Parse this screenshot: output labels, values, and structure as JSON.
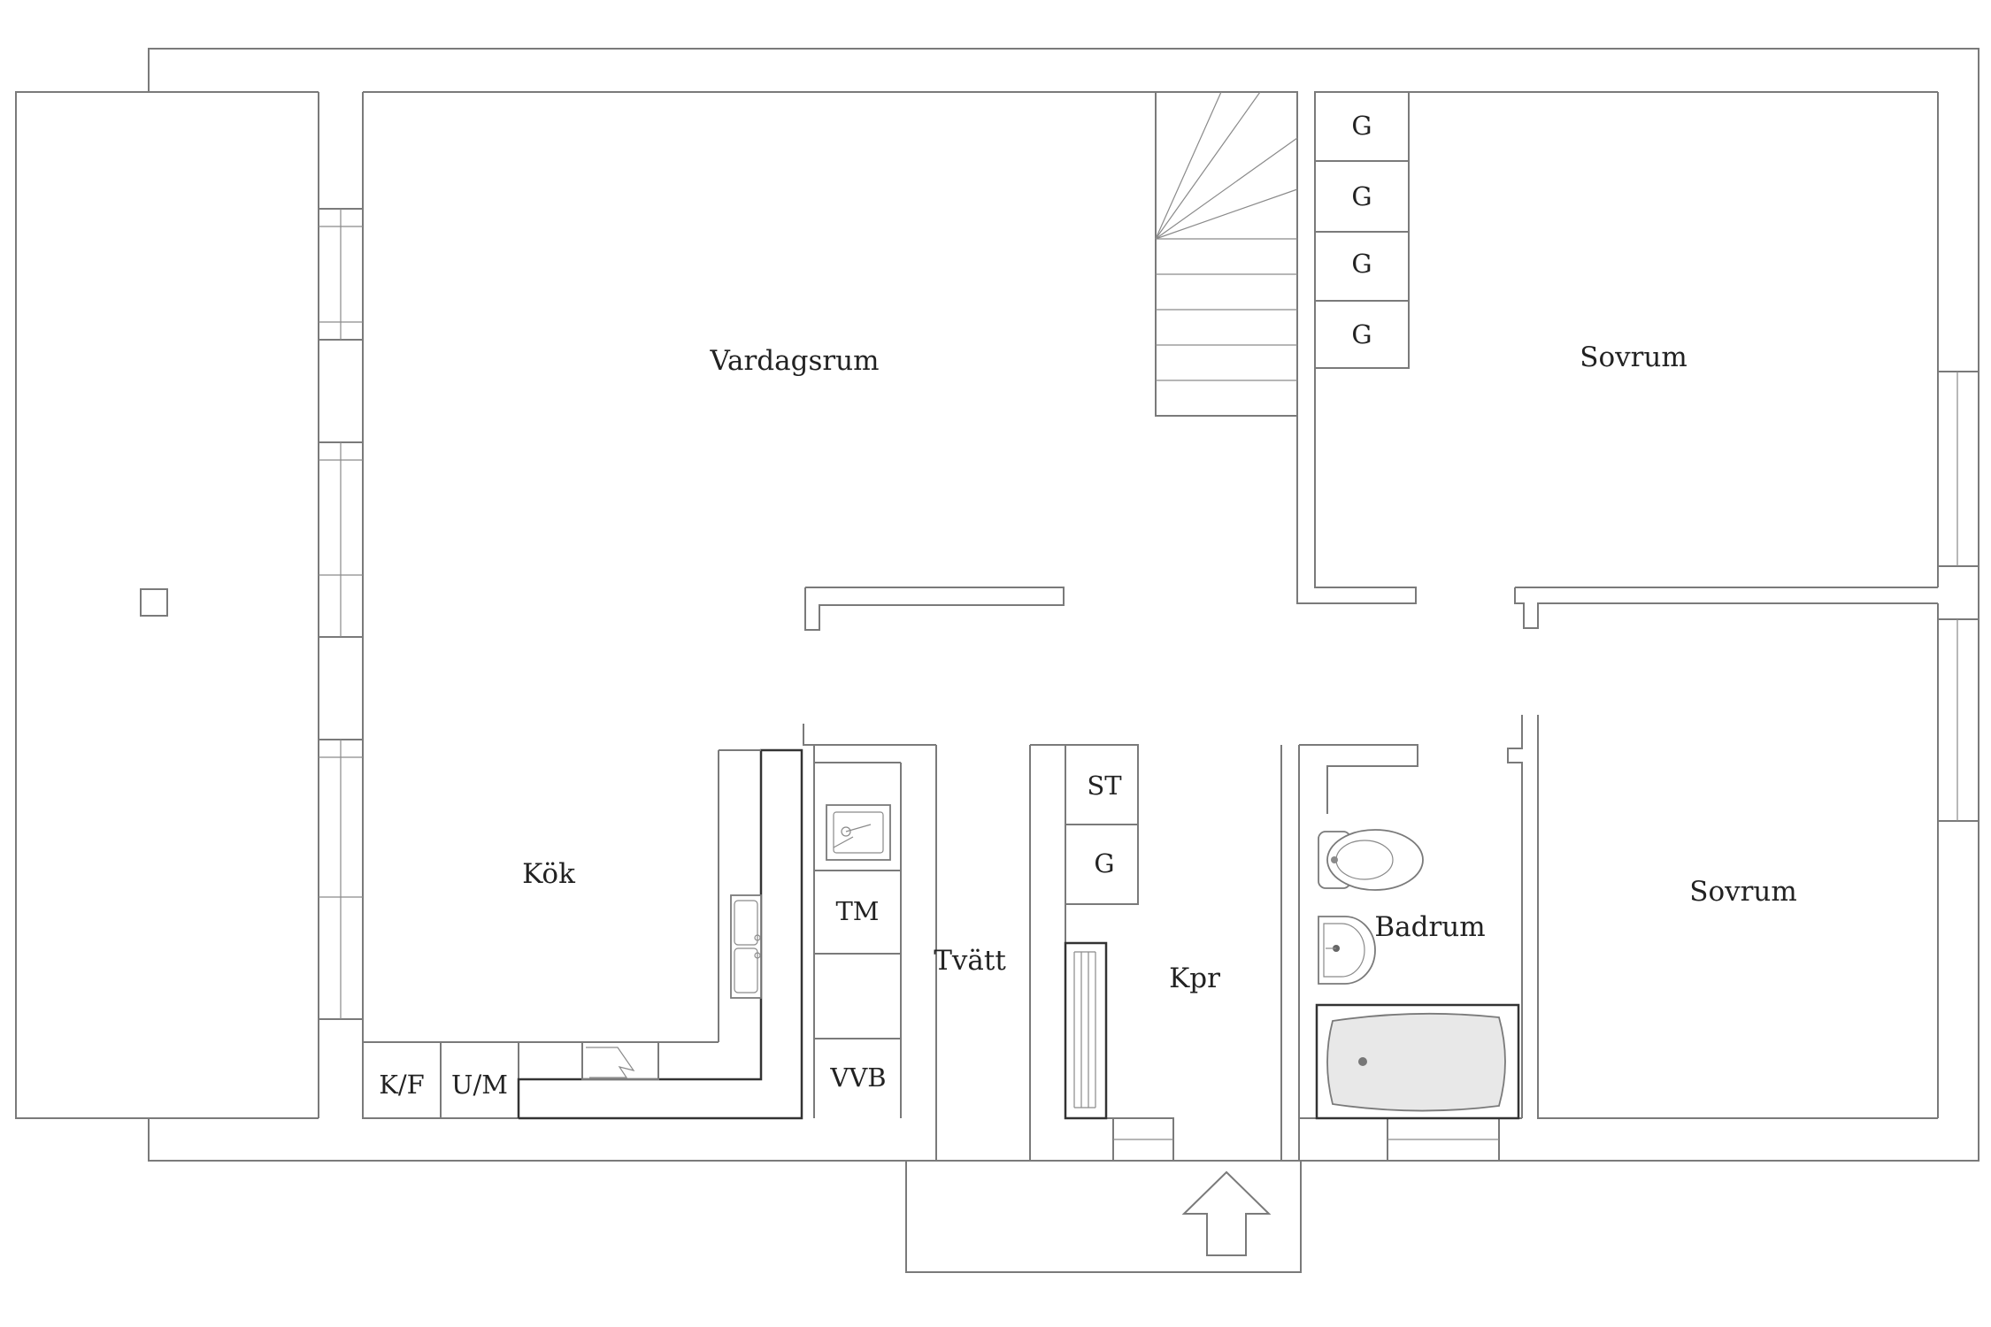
{
  "rooms": {
    "vardagsrum": "Vardagsrum",
    "sovrum_1": "Sovrum",
    "sovrum_2": "Sovrum",
    "kok": "Kök",
    "tvatt": "Tvätt",
    "kpr": "Kpr",
    "badrum": "Badrum"
  },
  "fixtures": {
    "wardrobe_1": "G",
    "wardrobe_2": "G",
    "wardrobe_3": "G",
    "wardrobe_4": "G",
    "st": "ST",
    "wardrobe_hall": "G",
    "tm": "TM",
    "vvb": "VVB",
    "kf": "K/F",
    "um": "U/M"
  },
  "icons": {
    "entrance": "arrow-up-icon",
    "stairs": "stairs-icon",
    "toilet": "toilet-icon",
    "washbasin": "washbasin-icon",
    "bathtub": "bathtub-icon",
    "radiator": "radiator-icon",
    "kitchen_sink": "double-sink-icon",
    "laundry_sink": "laundry-sink-icon",
    "chimney": "chimney-icon"
  }
}
